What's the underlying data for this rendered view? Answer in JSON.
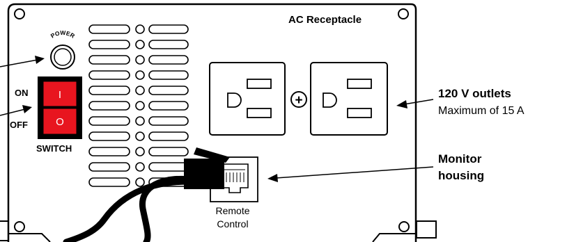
{
  "panel": {
    "title": "AC Receptacle"
  },
  "power": {
    "label": "POWER"
  },
  "switch": {
    "on_label": "ON",
    "off_label": "OFF",
    "title": "SWITCH",
    "symbol_on": "I",
    "symbol_off": "O",
    "color": "#e8151f"
  },
  "outlets": {
    "heading": "120 V outlets",
    "subheading": "Maximum of 15 A",
    "ground_symbol": "+"
  },
  "monitor": {
    "line1": "Monitor",
    "line2": "housing"
  },
  "remote": {
    "line1": "Remote",
    "line2": "Control"
  }
}
